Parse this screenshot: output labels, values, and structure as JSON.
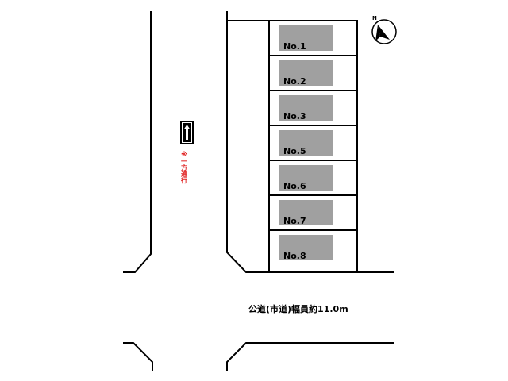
{
  "lots": [
    {
      "label": "No.1"
    },
    {
      "label": "No.2"
    },
    {
      "label": "No.3"
    },
    {
      "label": "No.5"
    },
    {
      "label": "No.6"
    },
    {
      "label": "No.7"
    },
    {
      "label": "No.8"
    }
  ],
  "road": {
    "label": "公道(市道)幅員約11.0m"
  },
  "side_street": {
    "oneway_label": "※一方通行"
  },
  "compass": {
    "north": "N"
  },
  "colors": {
    "lot_fill": "#a0a0a0",
    "line": "#000000",
    "oneway_text": "#e02020"
  }
}
